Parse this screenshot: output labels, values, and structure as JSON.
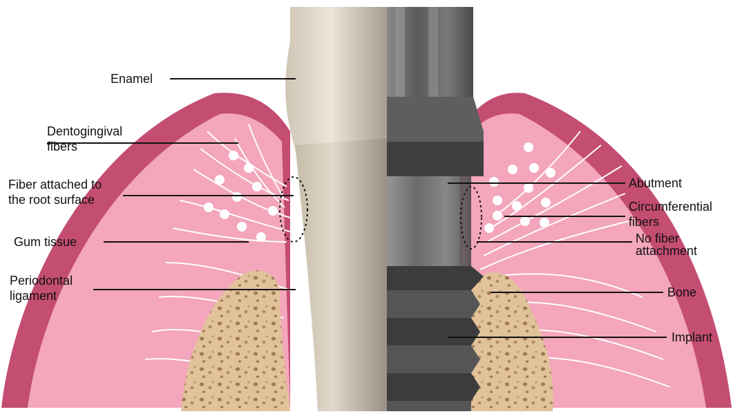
{
  "labels": {
    "enamel": "Enamel",
    "dentogingival_1": "Dentogingival",
    "dentogingival_2": "fibers",
    "fiber_attached_1": "Fiber attached to",
    "fiber_attached_2": "the root surface",
    "gum_tissue": "Gum tissue",
    "periodontal_1": "Periodontal",
    "periodontal_2": "ligament",
    "abutment": "Abutment",
    "circumferential_1": "Circumferential",
    "circumferential_2": "fibers",
    "no_fiber_1": "No fiber",
    "no_fiber_2": "attachment",
    "bone": "Bone",
    "implant": "Implant"
  },
  "colors": {
    "gum_outer": "#c44d72",
    "gum_inner": "#f3a6bc",
    "bone": "#e2c29a",
    "bone_pore": "#a07a55",
    "tooth": "#d9d0c0",
    "implant": "#6e6e6e",
    "fiber": "#ffffff",
    "leader": "#111111"
  }
}
